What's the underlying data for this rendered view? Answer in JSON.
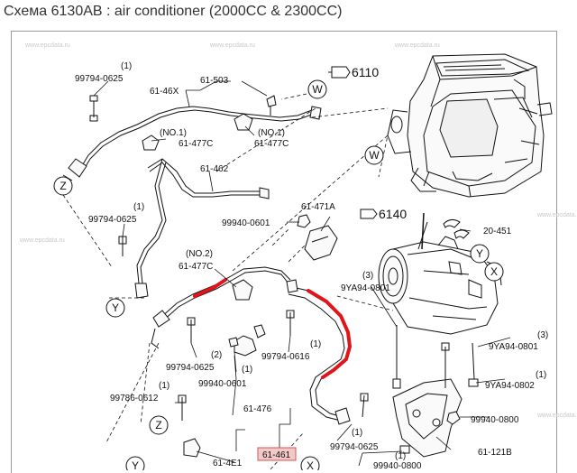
{
  "page_title": "Схема 6130AB : air conditioner (2000CC & 2300CC)",
  "watermark": "www.epcdata.ru",
  "colors": {
    "highlight": "#e0141b",
    "line": "#111111",
    "label_box": "#f2c9c9"
  },
  "callouts": {
    "c1": "W",
    "c2": "Z",
    "c3": "W",
    "c4": "Y",
    "c5": "Y",
    "c6": "X",
    "c7": "Z",
    "c8": "Y",
    "c9": "X"
  },
  "labels": {
    "l_99794_0625_top_qty": "(1)",
    "l_99794_0625_top": "99794-0625",
    "l_61_503": "61-503",
    "l_61_46x": "61-46X",
    "l_6110": "6110",
    "l_no1_a": "(NO.1)",
    "l_61_477c_a": "61-477C",
    "l_no1_b": "(NO.1)",
    "l_61_477c_b": "61-477C",
    "l_61_462": "61-462",
    "l_99794_0625_mid_qty": "(1)",
    "l_99794_0625_mid": "99794-0625",
    "l_99940_0601_top": "99940-0601",
    "l_61_471a": "61-471A",
    "l_6140": "6140",
    "l_20_451": "20-451",
    "l_no2": "(NO.2)",
    "l_61_477c_c": "61-477C",
    "l_9ya94_0801_a_qty": "(3)",
    "l_9ya94_0801_a": "9YA94-0801",
    "l_99794_0625_low_qty": "(2)",
    "l_99794_0625_low": "99794-0625",
    "l_99940_0601_low_qty": "(1)",
    "l_99940_0601_low": "99940-0601",
    "l_99794_0616_qty": "(1)",
    "l_99794_0616": "99794-0616",
    "l_9ya94_0801_b_qty": "(3)",
    "l_9ya94_0801_b": "9YA94-0801",
    "l_9ya94_0802_qty": "(1)",
    "l_9ya94_0802": "9YA94-0802",
    "l_99786_0612_qty": "(1)",
    "l_99786_0612": "99786-0612",
    "l_61_476": "61-476",
    "l_99940_0800_a": "99940-0800",
    "l_61_4e1": "61-4E1",
    "l_61_461": "61-461",
    "l_99794_0625_bot_qty": "(1)",
    "l_99794_0625_bot": "99794-0625",
    "l_61_121b": "61-121B",
    "l_99940_0800_b_qty": "(1)",
    "l_99940_0800_b": "99940-0800"
  }
}
